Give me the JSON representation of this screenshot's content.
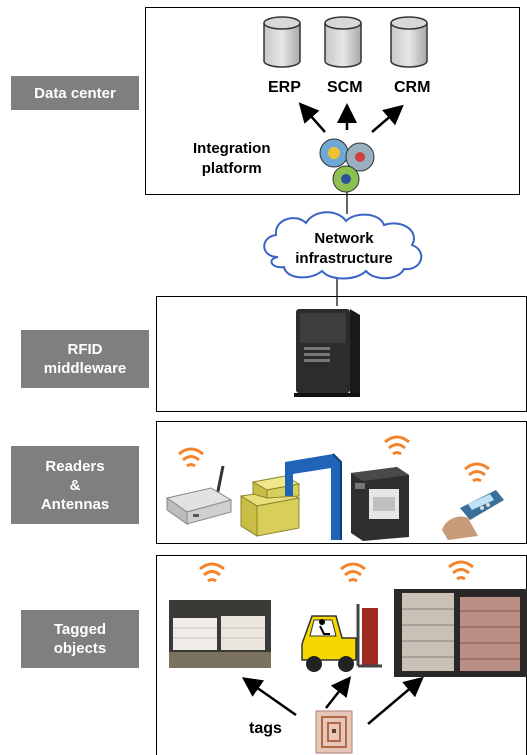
{
  "layers": {
    "data_center": "Data center",
    "middleware": "RFID\nmiddleware",
    "readers": "Readers\n&\nAntennas",
    "tagged": "Tagged\nobjects"
  },
  "systems": {
    "erp": "ERP",
    "scm": "SCM",
    "crm": "CRM"
  },
  "integration": "Integration\nplatform",
  "network": "Network\ninfrastructure",
  "tags_label": "tags",
  "colors": {
    "label_bg": "#7f7f7f",
    "wave": "#f5832a",
    "gate": "#1f64b7",
    "box": "#d8cf5a",
    "forklift": "#f5d800"
  }
}
